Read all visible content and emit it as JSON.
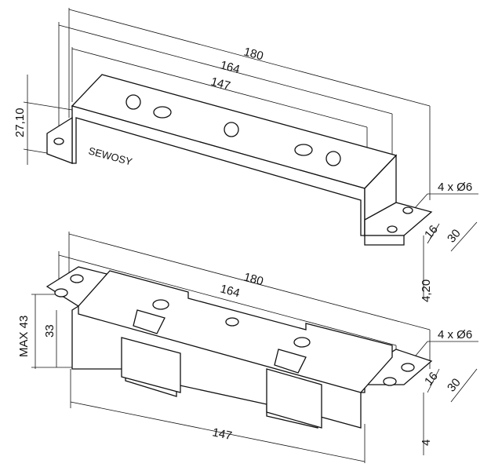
{
  "top_view": {
    "brand": "SEWOSY",
    "dim_length_total": "180",
    "dim_length_mid": "164",
    "dim_length_inner": "147",
    "dim_height": "27,10",
    "dim_holes": "4 x Ø6",
    "dim_depth_inner": "16",
    "dim_depth_total": "30",
    "dim_flange": "4,20"
  },
  "bottom_view": {
    "dim_length_total": "180",
    "dim_length_mid": "164",
    "dim_length_inner": "147",
    "dim_height_max": "MAX 43",
    "dim_height": "33",
    "dim_holes": "4 x Ø6",
    "dim_depth_inner": "16",
    "dim_depth_total": "30",
    "dim_flange": "4"
  }
}
